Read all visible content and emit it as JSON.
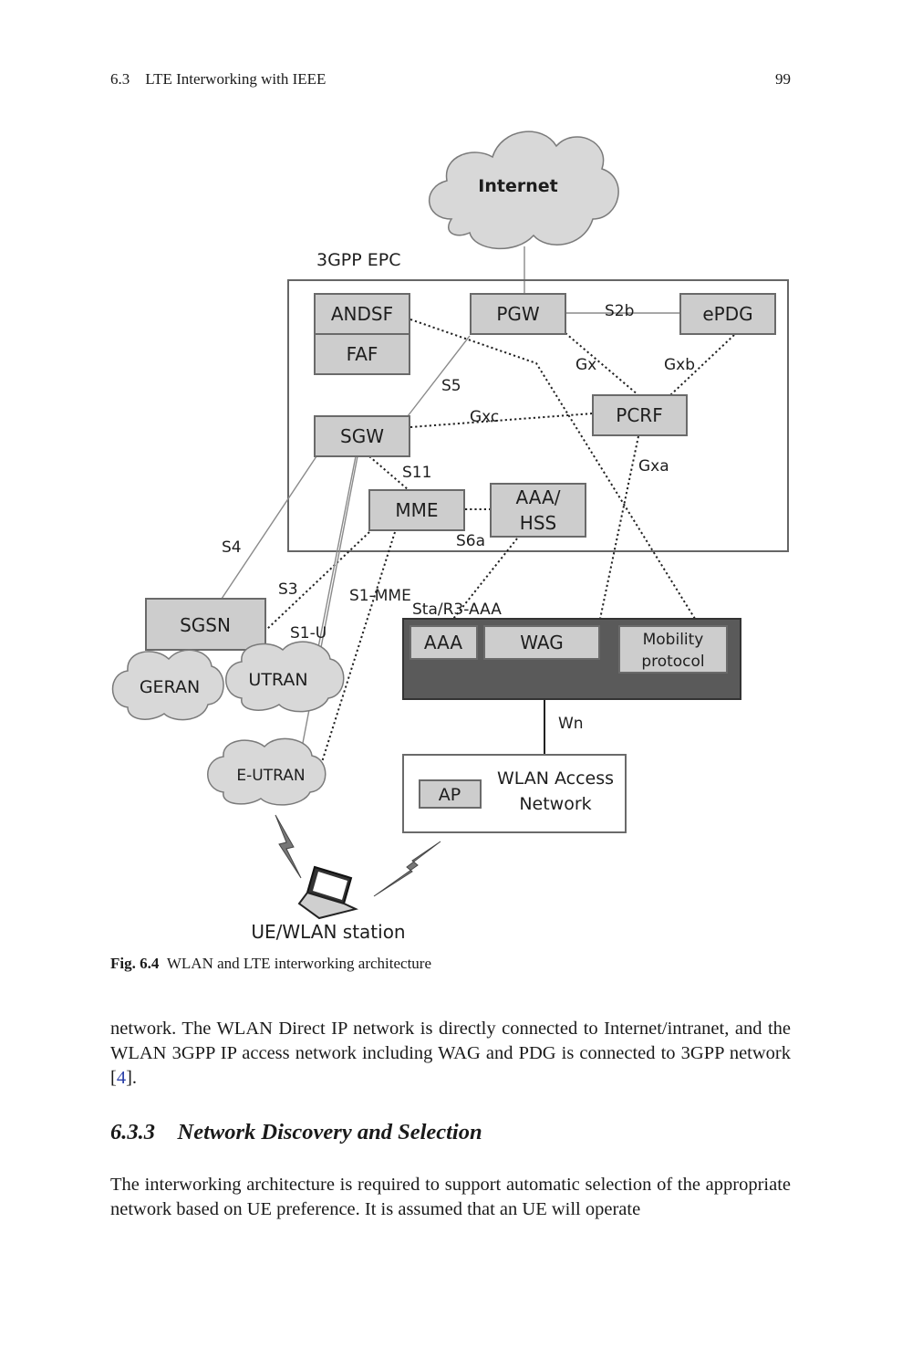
{
  "header": {
    "section": "6.3 LTE Interworking with IEEE",
    "page_number": "99"
  },
  "figure": {
    "cloud_internet": "Internet",
    "epc_label": "3GPP EPC",
    "nodes": {
      "andsf": "ANDSF",
      "faf": "FAF",
      "pgw": "PGW",
      "epdg": "ePDG",
      "pcrf": "PCRF",
      "sgw": "SGW",
      "mme": "MME",
      "aaa_hss_1": "AAA/",
      "aaa_hss_2": "HSS",
      "sgsn": "SGSN",
      "aaa": "AAA",
      "wag": "WAG",
      "mobility_1": "Mobility",
      "mobility_2": "protocol",
      "ap": "AP",
      "wlan_1": "WLAN Access",
      "wlan_2": "Network",
      "geran": "GERAN",
      "utran": "UTRAN",
      "eutran": "E-UTRAN",
      "ue": "UE/WLAN station"
    },
    "interfaces": {
      "s2b": "S2b",
      "gx": "Gx",
      "gxb": "Gxb",
      "s5": "S5",
      "gxc": "Gxc",
      "gxa": "Gxa",
      "s11": "S11",
      "s6a": "S6a",
      "s4": "S4",
      "s3": "S3",
      "s1mme": "S1-MME",
      "sta": "Sta/R3-AAA",
      "s1u": "S1-U",
      "wn": "Wn"
    }
  },
  "caption": {
    "label": "Fig. 6.4",
    "text": "WLAN and LTE interworking architecture"
  },
  "paragraph1": {
    "text_a": "network. The WLAN Direct IP network is directly connected to Internet/intranet, and the WLAN 3GPP IP access network including WAG and PDG is connected to 3GPP network [",
    "ref": "4",
    "text_b": "]."
  },
  "heading": "6.3.3 Network Discovery and Selection",
  "paragraph2": "The interworking architecture is required to support automatic selection of the appropriate network based on UE preference. It is assumed that an UE will operate"
}
